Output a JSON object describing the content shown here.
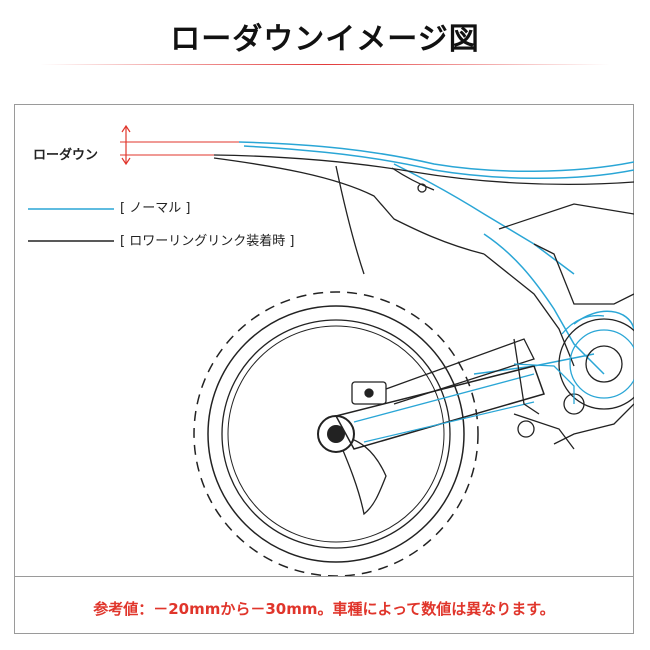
{
  "title": "ローダウンイメージ図",
  "diagram": {
    "lowdown_label": "ローダウン",
    "legend": [
      {
        "label": "[ ノーマル ]",
        "color": "#2aa6d6"
      },
      {
        "label": "[ ロワーリングリンク装着時 ]",
        "color": "#222222"
      }
    ]
  },
  "footnote": "参考値：－20mmから－30mm。車種によって数値は異なります。",
  "colors": {
    "accent": "#e0352b",
    "normal": "#2aa6d6",
    "lowered": "#222222"
  }
}
